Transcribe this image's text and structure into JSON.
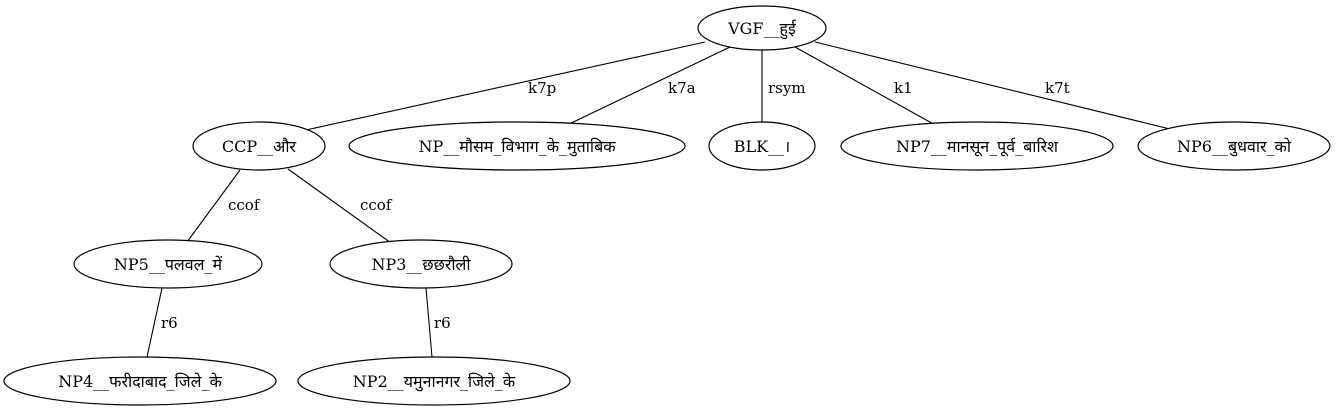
{
  "graph": {
    "nodes": [
      {
        "id": "n_root",
        "label": "VGF__हुई"
      },
      {
        "id": "n_ccp",
        "label": "CCP__और"
      },
      {
        "id": "n_np",
        "label": "NP__मौसम_विभाग_के_मुताबिक"
      },
      {
        "id": "n_blk",
        "label": "BLK__।"
      },
      {
        "id": "n_np7",
        "label": "NP7__मानसून_पूर्व_बारिश"
      },
      {
        "id": "n_np6",
        "label": "NP6__बुधवार_को"
      },
      {
        "id": "n_np5",
        "label": "NP5__पलवल_में"
      },
      {
        "id": "n_np3",
        "label": "NP3__छछरौली"
      },
      {
        "id": "n_np4",
        "label": "NP4__फरीदाबाद_जिले_के"
      },
      {
        "id": "n_np2",
        "label": "NP2__यमुनानगर_जिले_के"
      }
    ],
    "edges": [
      {
        "from": "n_root",
        "to": "n_ccp",
        "label": "k7p"
      },
      {
        "from": "n_root",
        "to": "n_np",
        "label": "k7a"
      },
      {
        "from": "n_root",
        "to": "n_blk",
        "label": "rsym"
      },
      {
        "from": "n_root",
        "to": "n_np7",
        "label": "k1"
      },
      {
        "from": "n_root",
        "to": "n_np6",
        "label": "k7t"
      },
      {
        "from": "n_ccp",
        "to": "n_np5",
        "label": "ccof"
      },
      {
        "from": "n_ccp",
        "to": "n_np3",
        "label": "ccof"
      },
      {
        "from": "n_np5",
        "to": "n_np4",
        "label": "r6"
      },
      {
        "from": "n_np3",
        "to": "n_np2",
        "label": "r6"
      }
    ]
  }
}
